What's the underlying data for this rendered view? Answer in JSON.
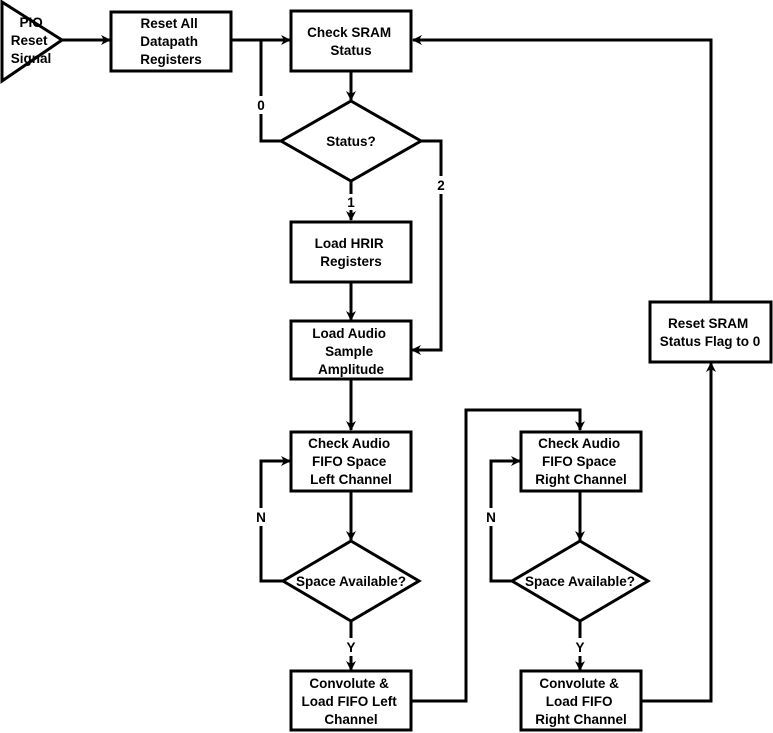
{
  "diagram": {
    "nodes": {
      "pio": [
        "PIO",
        "Reset",
        "Signal"
      ],
      "reset_all": [
        "Reset All",
        "Datapath",
        "Registers"
      ],
      "check_sram": [
        "Check SRAM",
        "Status"
      ],
      "status": [
        "Status?"
      ],
      "load_hrir": [
        "Load HRIR",
        "Registers"
      ],
      "load_audio": [
        "Load Audio",
        "Sample",
        "Amplitude"
      ],
      "check_left": [
        "Check Audio",
        "FIFO Space",
        "Left Channel"
      ],
      "space_left": [
        "Space Available?"
      ],
      "conv_left": [
        "Convolute &",
        "Load FIFO Left",
        "Channel"
      ],
      "check_right": [
        "Check Audio",
        "FIFO Space",
        "Right Channel"
      ],
      "space_right": [
        "Space Available?"
      ],
      "conv_right": [
        "Convolute &",
        "Load FIFO",
        "Right Channel"
      ],
      "reset_sram": [
        "Reset SRAM",
        "Status Flag to 0"
      ]
    },
    "edge_labels": {
      "status_0": "0",
      "status_1": "1",
      "status_2": "2",
      "left_no": "N",
      "left_yes": "Y",
      "right_no": "N",
      "right_yes": "Y"
    }
  }
}
